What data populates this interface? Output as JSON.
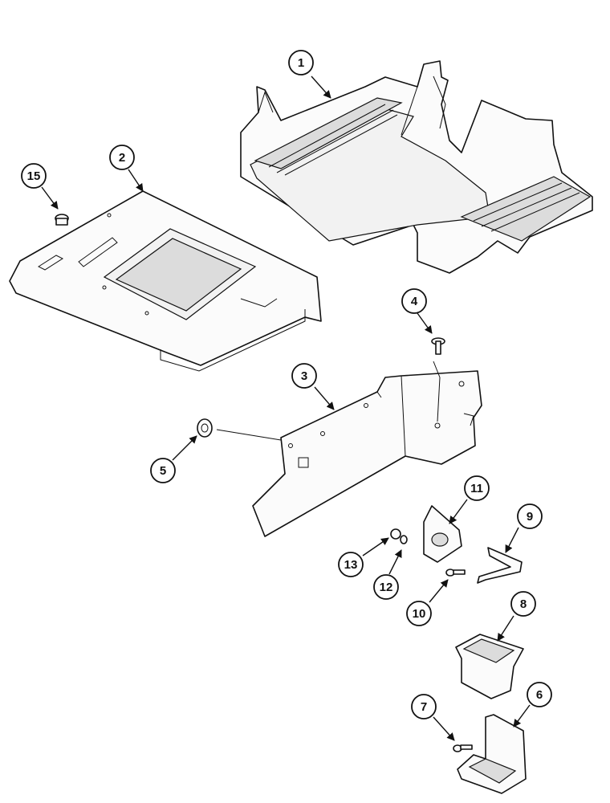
{
  "callouts": [
    "1",
    "2",
    "3",
    "4",
    "5",
    "6",
    "7",
    "8",
    "9",
    "10",
    "11",
    "12",
    "13",
    "15"
  ]
}
